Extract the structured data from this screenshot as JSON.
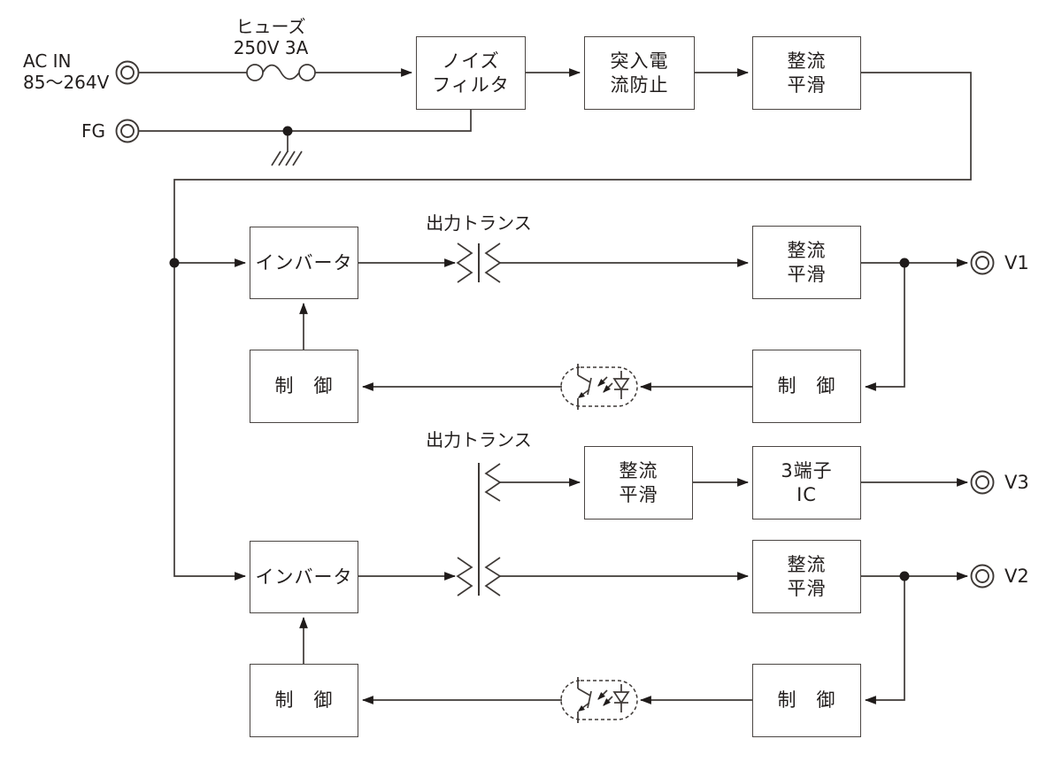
{
  "labels": {
    "ac_in": "AC IN\n85〜264V",
    "fg": "FG",
    "fuse": "ヒューズ\n250V 3A",
    "transformer1": "出力トランス",
    "transformer2": "出力トランス",
    "v1": "V1",
    "v2": "V2",
    "v3": "V3"
  },
  "blocks": {
    "noise_filter": "ノイズ\nフィルタ",
    "inrush_protection": "突入電\n流防止",
    "rectifier_top": "整流\n平滑",
    "inverter_1": "インバータ",
    "rectifier_v1": "整流\n平滑",
    "control_1_primary": "制　御",
    "control_1_secondary": "制　御",
    "rectifier_v3": "整流\n平滑",
    "three_terminal_ic": "3端子\nIC",
    "inverter_2": "インバータ",
    "rectifier_v2": "整流\n平滑",
    "control_2_primary": "制　御",
    "control_2_secondary": "制　御"
  },
  "colors": {
    "wire": "#3e3936",
    "arrow": "#1f1b1a",
    "box_border": "#4b4643",
    "text": "#221e1d",
    "background": "#ffffff"
  },
  "symbols": {
    "fuse": "fuse-icon",
    "ground": "ground-icon",
    "output_transformer": "transformer-winding-icon",
    "optocoupler": "optocoupler-icon",
    "terminal": "round-terminal-icon",
    "junction": "junction-dot"
  }
}
